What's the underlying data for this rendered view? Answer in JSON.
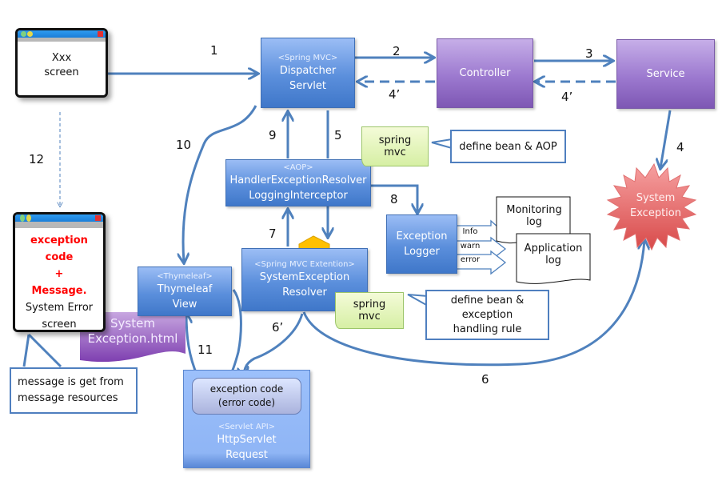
{
  "screens": {
    "xxx": {
      "line1": "Xxx",
      "line2": "screen"
    },
    "error": {
      "highlight1": "exception code",
      "plus": "+",
      "highlight2": "Message.",
      "line1": "System Error",
      "line2": "screen"
    }
  },
  "components": {
    "dispatcher": {
      "stereotype": "<Spring MVC>",
      "line1": "Dispatcher",
      "line2": "Servlet"
    },
    "controller": {
      "label": "Controller"
    },
    "service": {
      "label": "Service"
    },
    "handler": {
      "stereotype": "<AOP>",
      "line1": "HandlerExceptionResolver",
      "line2": "LoggingInterceptor"
    },
    "resolver": {
      "stereotype": "<Spring MVC Extention>",
      "line1": "SystemException",
      "line2": "Resolver"
    },
    "logger": {
      "line1": "Exception",
      "line2": "Logger"
    },
    "view": {
      "stereotype": "<Thymeleaf>",
      "line1": "Thymeleaf",
      "line2": "View"
    },
    "template": {
      "line1": "System",
      "line2": "Exception.html"
    },
    "request": {
      "stereotype": "<Servlet API>",
      "line1": "HttpServlet",
      "line2": "Request"
    },
    "error_code": {
      "line1": "exception code",
      "line2": "(error code)"
    },
    "system_exception": {
      "line1": "System",
      "line2": "Exception"
    }
  },
  "logs": {
    "monitoring": {
      "line1": "Monitoring",
      "line2": "log"
    },
    "application": {
      "line1": "Application",
      "line2": "log"
    },
    "levels": [
      "Info",
      "warn",
      "error"
    ]
  },
  "notes": {
    "spring_mvc_1": {
      "line1": "spring",
      "line2": "mvc"
    },
    "spring_mvc_2": {
      "line1": "spring",
      "line2": "mvc"
    },
    "define_aop": "define bean & AOP",
    "define_rule": {
      "line1": "define bean &",
      "line2": "exception",
      "line3": "handling rule"
    },
    "message_resources": {
      "line1": "message is get from",
      "line2": "message resources"
    }
  },
  "steps": {
    "s1": "1",
    "s2": "2",
    "s3": "3",
    "s4": "4",
    "s4p_a": "4’",
    "s4p_b": "4’",
    "s5": "5",
    "s6": "6",
    "s6p": "6’",
    "s7": "7",
    "s8": "8",
    "s9": "9",
    "s10": "10",
    "s11": "11",
    "s12": "12"
  },
  "colors": {
    "arrow": "#4f81bd",
    "component_blue": "#5b8fdc",
    "component_purple": "#9c79cf",
    "exception_red": "#e06060",
    "highlight_red": "#ff0000",
    "note_green": "#d6efa4",
    "marker_orange": "#ffc000"
  }
}
